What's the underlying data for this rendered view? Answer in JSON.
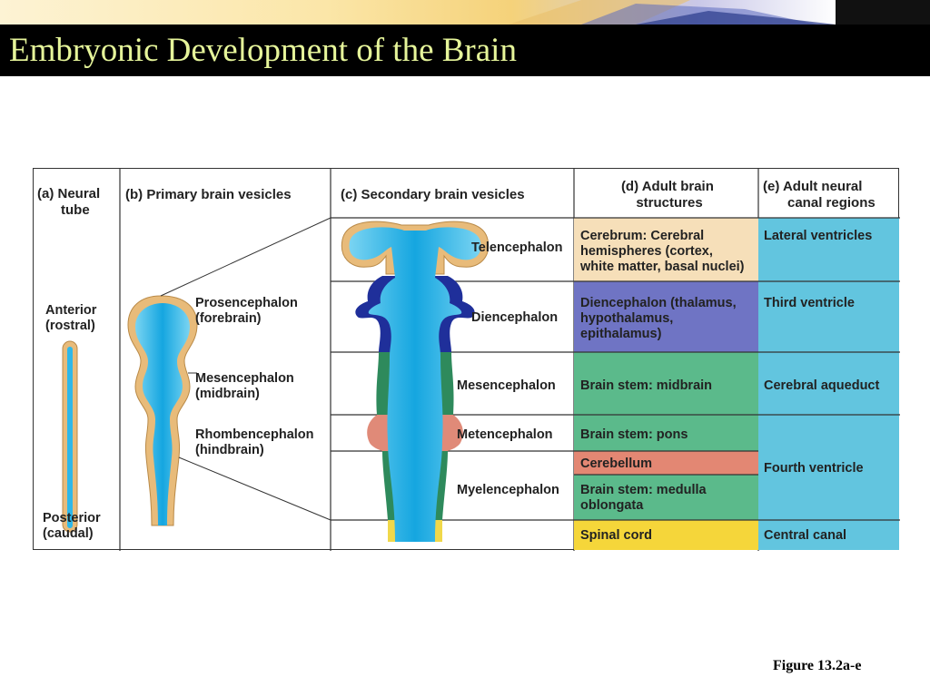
{
  "slide": {
    "title": "Embryonic Development of the Brain",
    "caption": "Figure 13.2a-e"
  },
  "colors": {
    "title_text": "#e6f59a",
    "title_bar": "#000000",
    "fluid_blue": "#2fb8e8",
    "wall_tan": "#e8bb7a",
    "diencephalon_blue": "#1f2f9a",
    "mesencephalon_green": "#2e8a5c",
    "metencephalon_salmon": "#e08a78",
    "spinal_yellow": "#f0d84a",
    "table_cerebrum": "#f6dfb9",
    "table_diencephalon": "#6f74c4",
    "table_brainstem": "#5bba8b",
    "table_cerebellum": "#e38773",
    "table_spinal": "#f5d63a",
    "table_ventricles": "#62c5df"
  },
  "headers": {
    "a": [
      "(a) Neural",
      "tube"
    ],
    "b": "(b) Primary brain vesicles",
    "c": "(c) Secondary brain vesicles",
    "d": [
      "(d) Adult brain",
      "structures"
    ],
    "e": [
      "(e) Adult neural",
      "canal regions"
    ]
  },
  "neural_tube": {
    "anterior": [
      "Anterior",
      "(rostral)"
    ],
    "posterior": [
      "Posterior",
      "(caudal)"
    ]
  },
  "primary_vesicles": [
    {
      "lines": [
        "Prosencephalon",
        "(forebrain)"
      ]
    },
    {
      "lines": [
        "Mesencephalon",
        "(midbrain)"
      ]
    },
    {
      "lines": [
        "Rhombencephalon",
        "(hindbrain)"
      ]
    }
  ],
  "secondary_vesicles": [
    "Telencephalon",
    "Diencephalon",
    "Mesencephalon",
    "Metencephalon",
    "Myelencephalon"
  ],
  "adult_structures": [
    {
      "lines": [
        "Cerebrum: Cerebral",
        "hemispheres (cortex,",
        "white matter, basal nuclei)"
      ]
    },
    {
      "lines": [
        "Diencephalon (thalamus,",
        "hypothalamus,",
        "epithalamus)"
      ]
    },
    {
      "lines": [
        "Brain stem: midbrain"
      ]
    },
    {
      "lines": [
        "Brain stem: pons"
      ]
    },
    {
      "lines": [
        "Cerebellum"
      ]
    },
    {
      "lines": [
        "Brain stem: medulla",
        "oblongata"
      ]
    },
    {
      "lines": [
        "Spinal cord"
      ]
    }
  ],
  "canal_regions": [
    "Lateral ventricles",
    "Third ventricle",
    "Cerebral aqueduct",
    "Fourth ventricle",
    "Central canal"
  ]
}
